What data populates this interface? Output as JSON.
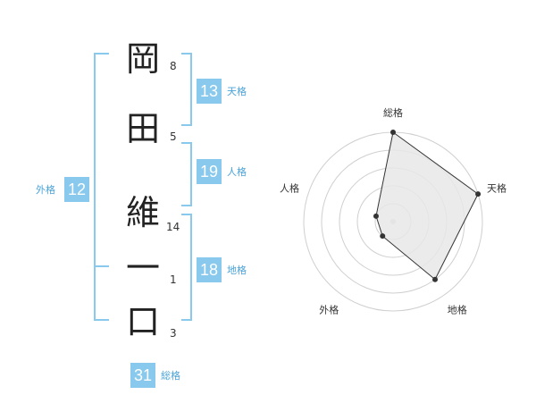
{
  "name": {
    "characters": [
      {
        "char": "岡",
        "strokes": "8"
      },
      {
        "char": "田",
        "strokes": "5"
      },
      {
        "char": "維",
        "strokes": "14"
      },
      {
        "char": "一",
        "strokes": "1"
      },
      {
        "char": "口",
        "strokes": "3"
      }
    ]
  },
  "scores": {
    "tenkaku": {
      "value": "13",
      "label": "天格"
    },
    "jinkaku": {
      "value": "19",
      "label": "人格"
    },
    "chikaku": {
      "value": "18",
      "label": "地格"
    },
    "gaikaku": {
      "value": "12",
      "label": "外格"
    },
    "soukaku": {
      "value": "31",
      "label": "総格"
    }
  },
  "radar": {
    "axes": [
      "総格",
      "天格",
      "地格",
      "外格",
      "人格"
    ],
    "levels": [
      5,
      5,
      4,
      1,
      1
    ],
    "max": 5,
    "colors": {
      "accent": "#89c9ee",
      "label": "#4aa3d9",
      "ring": "#cfcfcf",
      "fill": "#e8e8e8"
    }
  }
}
